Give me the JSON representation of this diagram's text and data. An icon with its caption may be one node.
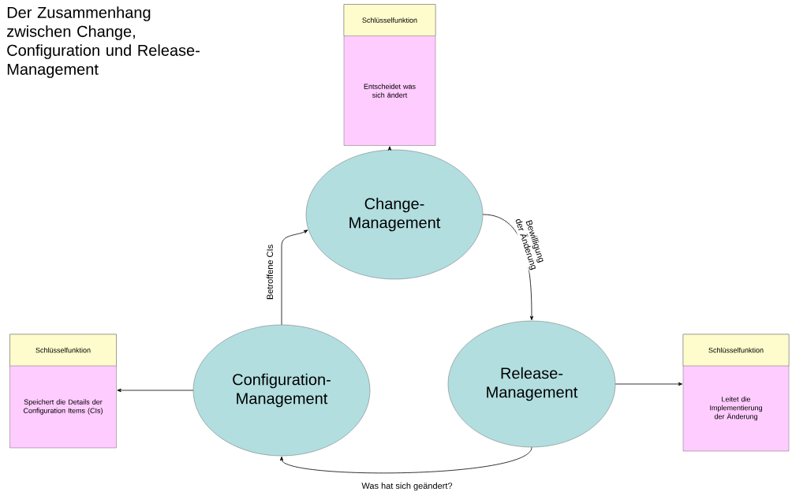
{
  "diagram": {
    "title": "Der Zusammenhang zwischen Change, Configuration und Release-Management",
    "nodes": [
      {
        "text": [
          "Change-Management"
        ]
      },
      {
        "text": [
          "Configuration-Management"
        ]
      },
      {
        "text": [
          "Release-Management"
        ]
      },
      {
        "text": [
          "Schlüsselfunktion",
          "Entscheidet was sich ändert"
        ]
      },
      {
        "text": [
          "Schlüsselfunktion",
          "Speichert die Details der Configuration Items (CIs)"
        ]
      },
      {
        "text": [
          "Schlüsselfunktion",
          "Leitet die Implementierung der Änderung"
        ]
      }
    ],
    "edges": [
      {
        "from": 0,
        "to": 3,
        "arrow": "to"
      },
      {
        "from": 1,
        "to": 4,
        "arrow": "to"
      },
      {
        "from": 2,
        "to": 5,
        "arrow": "to"
      },
      {
        "from": 1,
        "to": 0,
        "arrow": "to",
        "label": "Betroffene CIs"
      },
      {
        "from": 0,
        "to": 2,
        "arrow": "to",
        "label": "Bewilligung der Änderung"
      },
      {
        "from": 2,
        "to": 1,
        "arrow": "to",
        "label": "Was hat sich geändert?"
      }
    ]
  }
}
